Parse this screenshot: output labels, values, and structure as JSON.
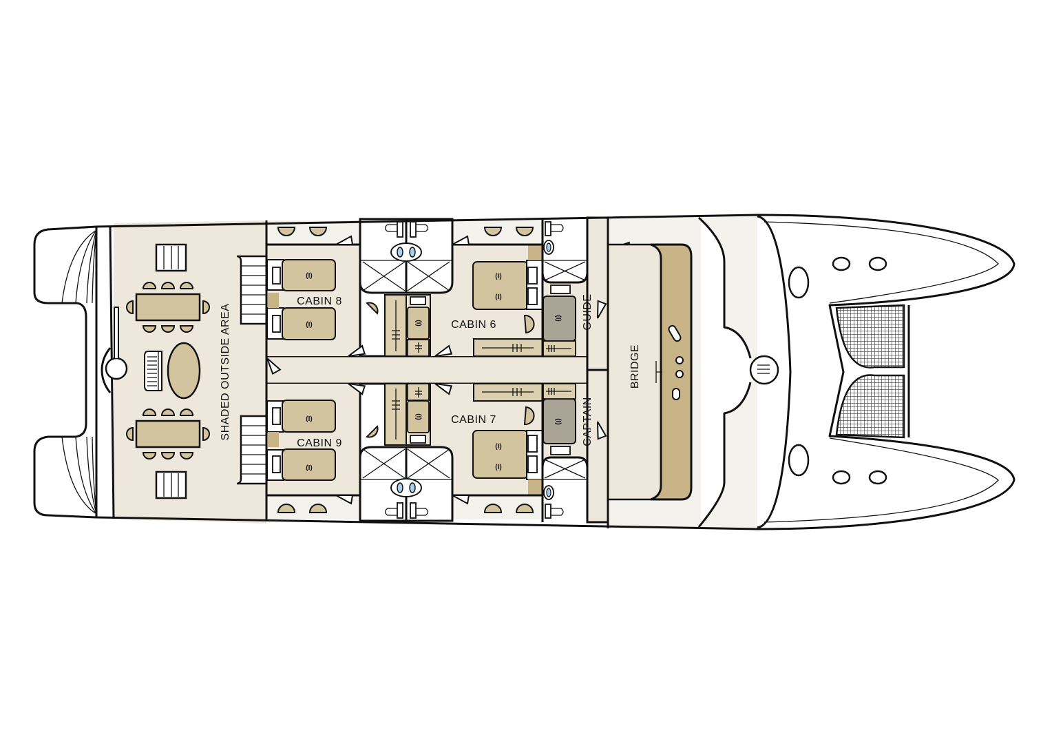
{
  "labels": {
    "outside_area": "SHADED OUTSIDE AREA",
    "cabin8": "CABIN 8",
    "cabin9": "CABIN 9",
    "cabin6": "CABIN 6",
    "cabin7": "CABIN 7",
    "guide": "GUIDE",
    "captain": "CAPTAIN",
    "bridge": "BRIDGE"
  },
  "bed_mark": "(I)",
  "colors": {
    "deck": "#eee8dc",
    "bow_deck": "#f4f2ed",
    "furniture": "#d3c4a0",
    "console": "#c8b486",
    "bed_gray": "#aaa497",
    "basin": "#a9d1ee",
    "outline": "#111111"
  }
}
